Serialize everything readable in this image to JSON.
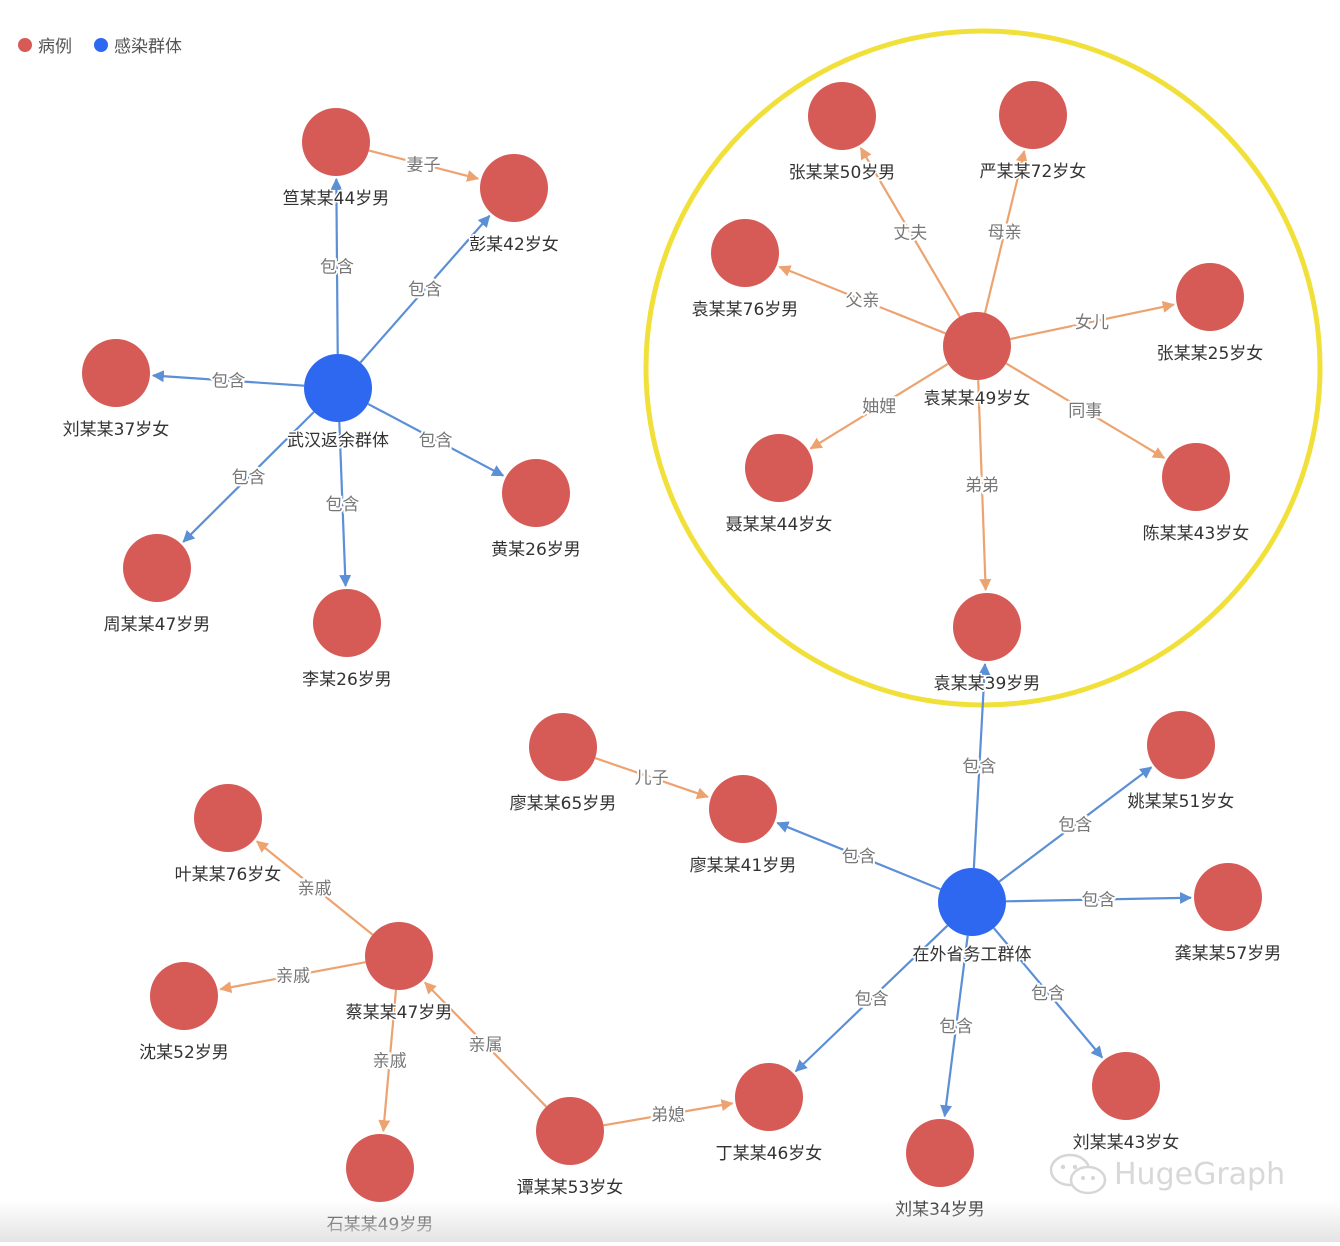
{
  "legend": [
    {
      "label": "病例",
      "color": "#d65a56"
    },
    {
      "label": "感染群体",
      "color": "#2e68f0"
    }
  ],
  "colors": {
    "case": "#d65a56",
    "group": "#2e68f0",
    "edge_contain": "#5b8fd6",
    "edge_relation": "#eda370",
    "highlight": "#f2e03a",
    "label_text": "#333333",
    "edge_label_text": "#777777"
  },
  "watermark": {
    "text": "HugeGraph",
    "icon": "wechat-icon"
  },
  "nodes": [
    {
      "id": "wuhan",
      "label": "武汉返余群体",
      "type": "group"
    },
    {
      "id": "waisheng",
      "label": "在外省务工群体",
      "type": "group"
    },
    {
      "id": "xuan44",
      "label": "笪某某44岁男",
      "type": "case"
    },
    {
      "id": "peng42",
      "label": "彭某42岁女",
      "type": "case"
    },
    {
      "id": "liu37",
      "label": "刘某某37岁女",
      "type": "case"
    },
    {
      "id": "huang26",
      "label": "黄某26岁男",
      "type": "case"
    },
    {
      "id": "zhou47",
      "label": "周某某47岁男",
      "type": "case"
    },
    {
      "id": "li26",
      "label": "李某26岁男",
      "type": "case"
    },
    {
      "id": "zhang50",
      "label": "张某某50岁男",
      "type": "case"
    },
    {
      "id": "yan72",
      "label": "严某某72岁女",
      "type": "case"
    },
    {
      "id": "yuan76",
      "label": "袁某某76岁男",
      "type": "case"
    },
    {
      "id": "zhang25",
      "label": "张某某25岁女",
      "type": "case"
    },
    {
      "id": "yuan49",
      "label": "袁某某49岁女",
      "type": "case"
    },
    {
      "id": "nie44",
      "label": "聂某某44岁女",
      "type": "case"
    },
    {
      "id": "chen43",
      "label": "陈某某43岁女",
      "type": "case"
    },
    {
      "id": "yuan39",
      "label": "袁某某39岁男",
      "type": "case"
    },
    {
      "id": "liao65",
      "label": "廖某某65岁男",
      "type": "case"
    },
    {
      "id": "liao41",
      "label": "廖某某41岁男",
      "type": "case"
    },
    {
      "id": "yao51",
      "label": "姚某某51岁女",
      "type": "case"
    },
    {
      "id": "gong57",
      "label": "龚某某57岁男",
      "type": "case"
    },
    {
      "id": "ye76",
      "label": "叶某某76岁女",
      "type": "case"
    },
    {
      "id": "cai47",
      "label": "蔡某某47岁男",
      "type": "case"
    },
    {
      "id": "shen52",
      "label": "沈某52岁男",
      "type": "case"
    },
    {
      "id": "shi49",
      "label": "石某某49岁男",
      "type": "case"
    },
    {
      "id": "tan53",
      "label": "谭某某53岁女",
      "type": "case"
    },
    {
      "id": "ding46",
      "label": "丁某某46岁女",
      "type": "case"
    },
    {
      "id": "liu34",
      "label": "刘某34岁男",
      "type": "case"
    },
    {
      "id": "liu43",
      "label": "刘某某43岁女",
      "type": "case"
    }
  ],
  "edges": [
    {
      "from": "wuhan",
      "to": "xuan44",
      "label": "包含",
      "kind": "contain"
    },
    {
      "from": "wuhan",
      "to": "peng42",
      "label": "包含",
      "kind": "contain"
    },
    {
      "from": "wuhan",
      "to": "liu37",
      "label": "包含",
      "kind": "contain"
    },
    {
      "from": "wuhan",
      "to": "huang26",
      "label": "包含",
      "kind": "contain"
    },
    {
      "from": "wuhan",
      "to": "zhou47",
      "label": "包含",
      "kind": "contain"
    },
    {
      "from": "wuhan",
      "to": "li26",
      "label": "包含",
      "kind": "contain"
    },
    {
      "from": "xuan44",
      "to": "peng42",
      "label": "妻子",
      "kind": "relation"
    },
    {
      "from": "yuan49",
      "to": "zhang50",
      "label": "丈夫",
      "kind": "relation"
    },
    {
      "from": "yuan49",
      "to": "yan72",
      "label": "母亲",
      "kind": "relation"
    },
    {
      "from": "yuan49",
      "to": "yuan76",
      "label": "父亲",
      "kind": "relation"
    },
    {
      "from": "yuan49",
      "to": "zhang25",
      "label": "女儿",
      "kind": "relation"
    },
    {
      "from": "yuan49",
      "to": "nie44",
      "label": "妯娌",
      "kind": "relation"
    },
    {
      "from": "yuan49",
      "to": "chen43",
      "label": "同事",
      "kind": "relation"
    },
    {
      "from": "yuan49",
      "to": "yuan39",
      "label": "弟弟",
      "kind": "relation"
    },
    {
      "from": "waisheng",
      "to": "yuan39",
      "label": "包含",
      "kind": "contain"
    },
    {
      "from": "waisheng",
      "to": "liao41",
      "label": "包含",
      "kind": "contain"
    },
    {
      "from": "waisheng",
      "to": "yao51",
      "label": "包含",
      "kind": "contain"
    },
    {
      "from": "waisheng",
      "to": "gong57",
      "label": "包含",
      "kind": "contain"
    },
    {
      "from": "waisheng",
      "to": "ding46",
      "label": "包含",
      "kind": "contain"
    },
    {
      "from": "waisheng",
      "to": "liu34",
      "label": "包含",
      "kind": "contain"
    },
    {
      "from": "waisheng",
      "to": "liu43",
      "label": "包含",
      "kind": "contain"
    },
    {
      "from": "liao65",
      "to": "liao41",
      "label": "儿子",
      "kind": "relation"
    },
    {
      "from": "cai47",
      "to": "ye76",
      "label": "亲戚",
      "kind": "relation"
    },
    {
      "from": "cai47",
      "to": "shen52",
      "label": "亲戚",
      "kind": "relation"
    },
    {
      "from": "cai47",
      "to": "shi49",
      "label": "亲戚",
      "kind": "relation"
    },
    {
      "from": "tan53",
      "to": "cai47",
      "label": "亲属",
      "kind": "relation"
    },
    {
      "from": "tan53",
      "to": "ding46",
      "label": "弟媳",
      "kind": "relation"
    }
  ]
}
